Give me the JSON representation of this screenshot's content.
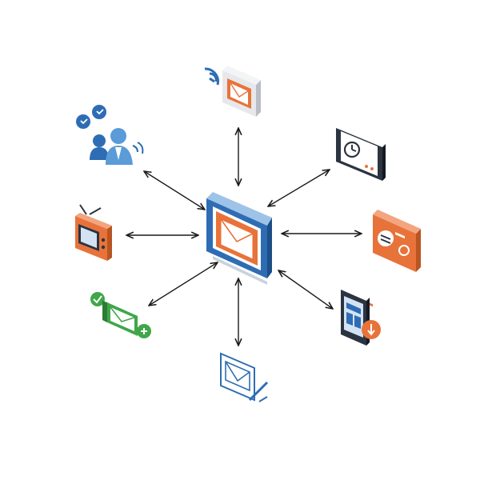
{
  "diagram": {
    "hub": {
      "icon": "email-monitor-icon"
    },
    "nodes": [
      {
        "id": "wireless-email",
        "icon": "wireless-email-icon"
      },
      {
        "id": "calendar-device",
        "icon": "clock-calendar-device-icon"
      },
      {
        "id": "radio",
        "icon": "radio-icon"
      },
      {
        "id": "mobile-download",
        "icon": "mobile-download-icon"
      },
      {
        "id": "edit-email",
        "icon": "edit-email-icon"
      },
      {
        "id": "email-sync",
        "icon": "email-sync-icon"
      },
      {
        "id": "tv",
        "icon": "tv-icon"
      },
      {
        "id": "users",
        "icon": "users-group-icon"
      }
    ],
    "colors": {
      "blue": "#2E6DB4",
      "light_blue": "#5A9BD8",
      "orange": "#E8733A",
      "green": "#3FA64A",
      "dark": "#2B3440",
      "arrow": "#1a1a1a"
    }
  }
}
